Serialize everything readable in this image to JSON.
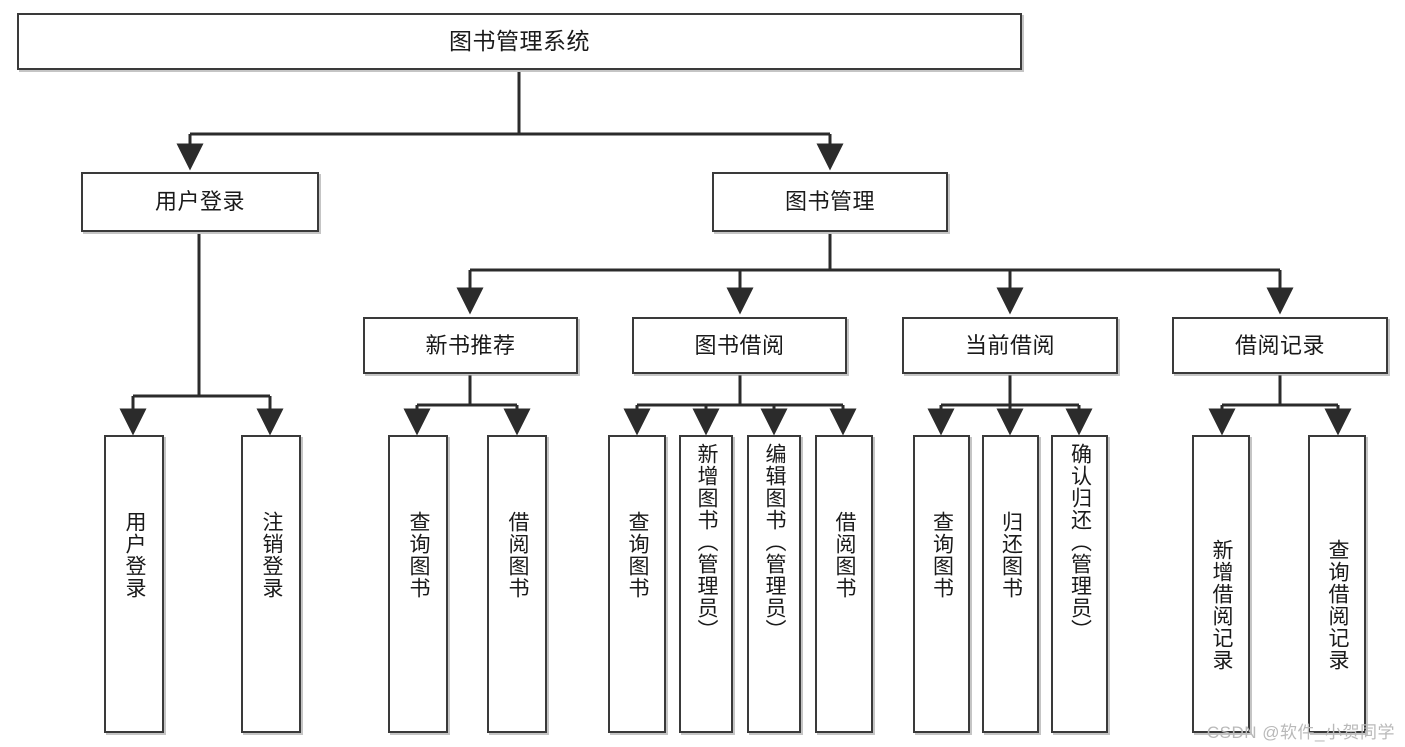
{
  "diagram": {
    "title": "图书管理系统",
    "type": "tree-hierarchy",
    "watermark": "CSDN @软件_小贺同学",
    "colors": {
      "background": "#ffffff",
      "box_border": "#3a3a3a",
      "box_fill": "#ffffff",
      "edge": "#2b2b2b",
      "watermark": "#b9b9b9"
    },
    "root": {
      "label": "图书管理系统"
    },
    "level2": [
      {
        "label": "用户登录"
      },
      {
        "label": "图书管理"
      }
    ],
    "level3": [
      {
        "label": "新书推荐"
      },
      {
        "label": "图书借阅"
      },
      {
        "label": "当前借阅"
      },
      {
        "label": "借阅记录"
      }
    ],
    "leaves": {
      "user_login": [
        {
          "label": "用户登录"
        },
        {
          "label": "注销登录"
        }
      ],
      "new_book": [
        {
          "label": "查询图书"
        },
        {
          "label": "借阅图书"
        }
      ],
      "book_borrow": [
        {
          "label": "查询图书"
        },
        {
          "label": "新增图书（管理员）"
        },
        {
          "label": "编辑图书（管理员）"
        },
        {
          "label": "借阅图书"
        }
      ],
      "current_borrow": [
        {
          "label": "查询图书"
        },
        {
          "label": "归还图书"
        },
        {
          "label": "确认归还（管理员）"
        }
      ],
      "borrow_record": [
        {
          "label": "新增借阅记录"
        },
        {
          "label": "查询借阅记录"
        }
      ]
    }
  }
}
